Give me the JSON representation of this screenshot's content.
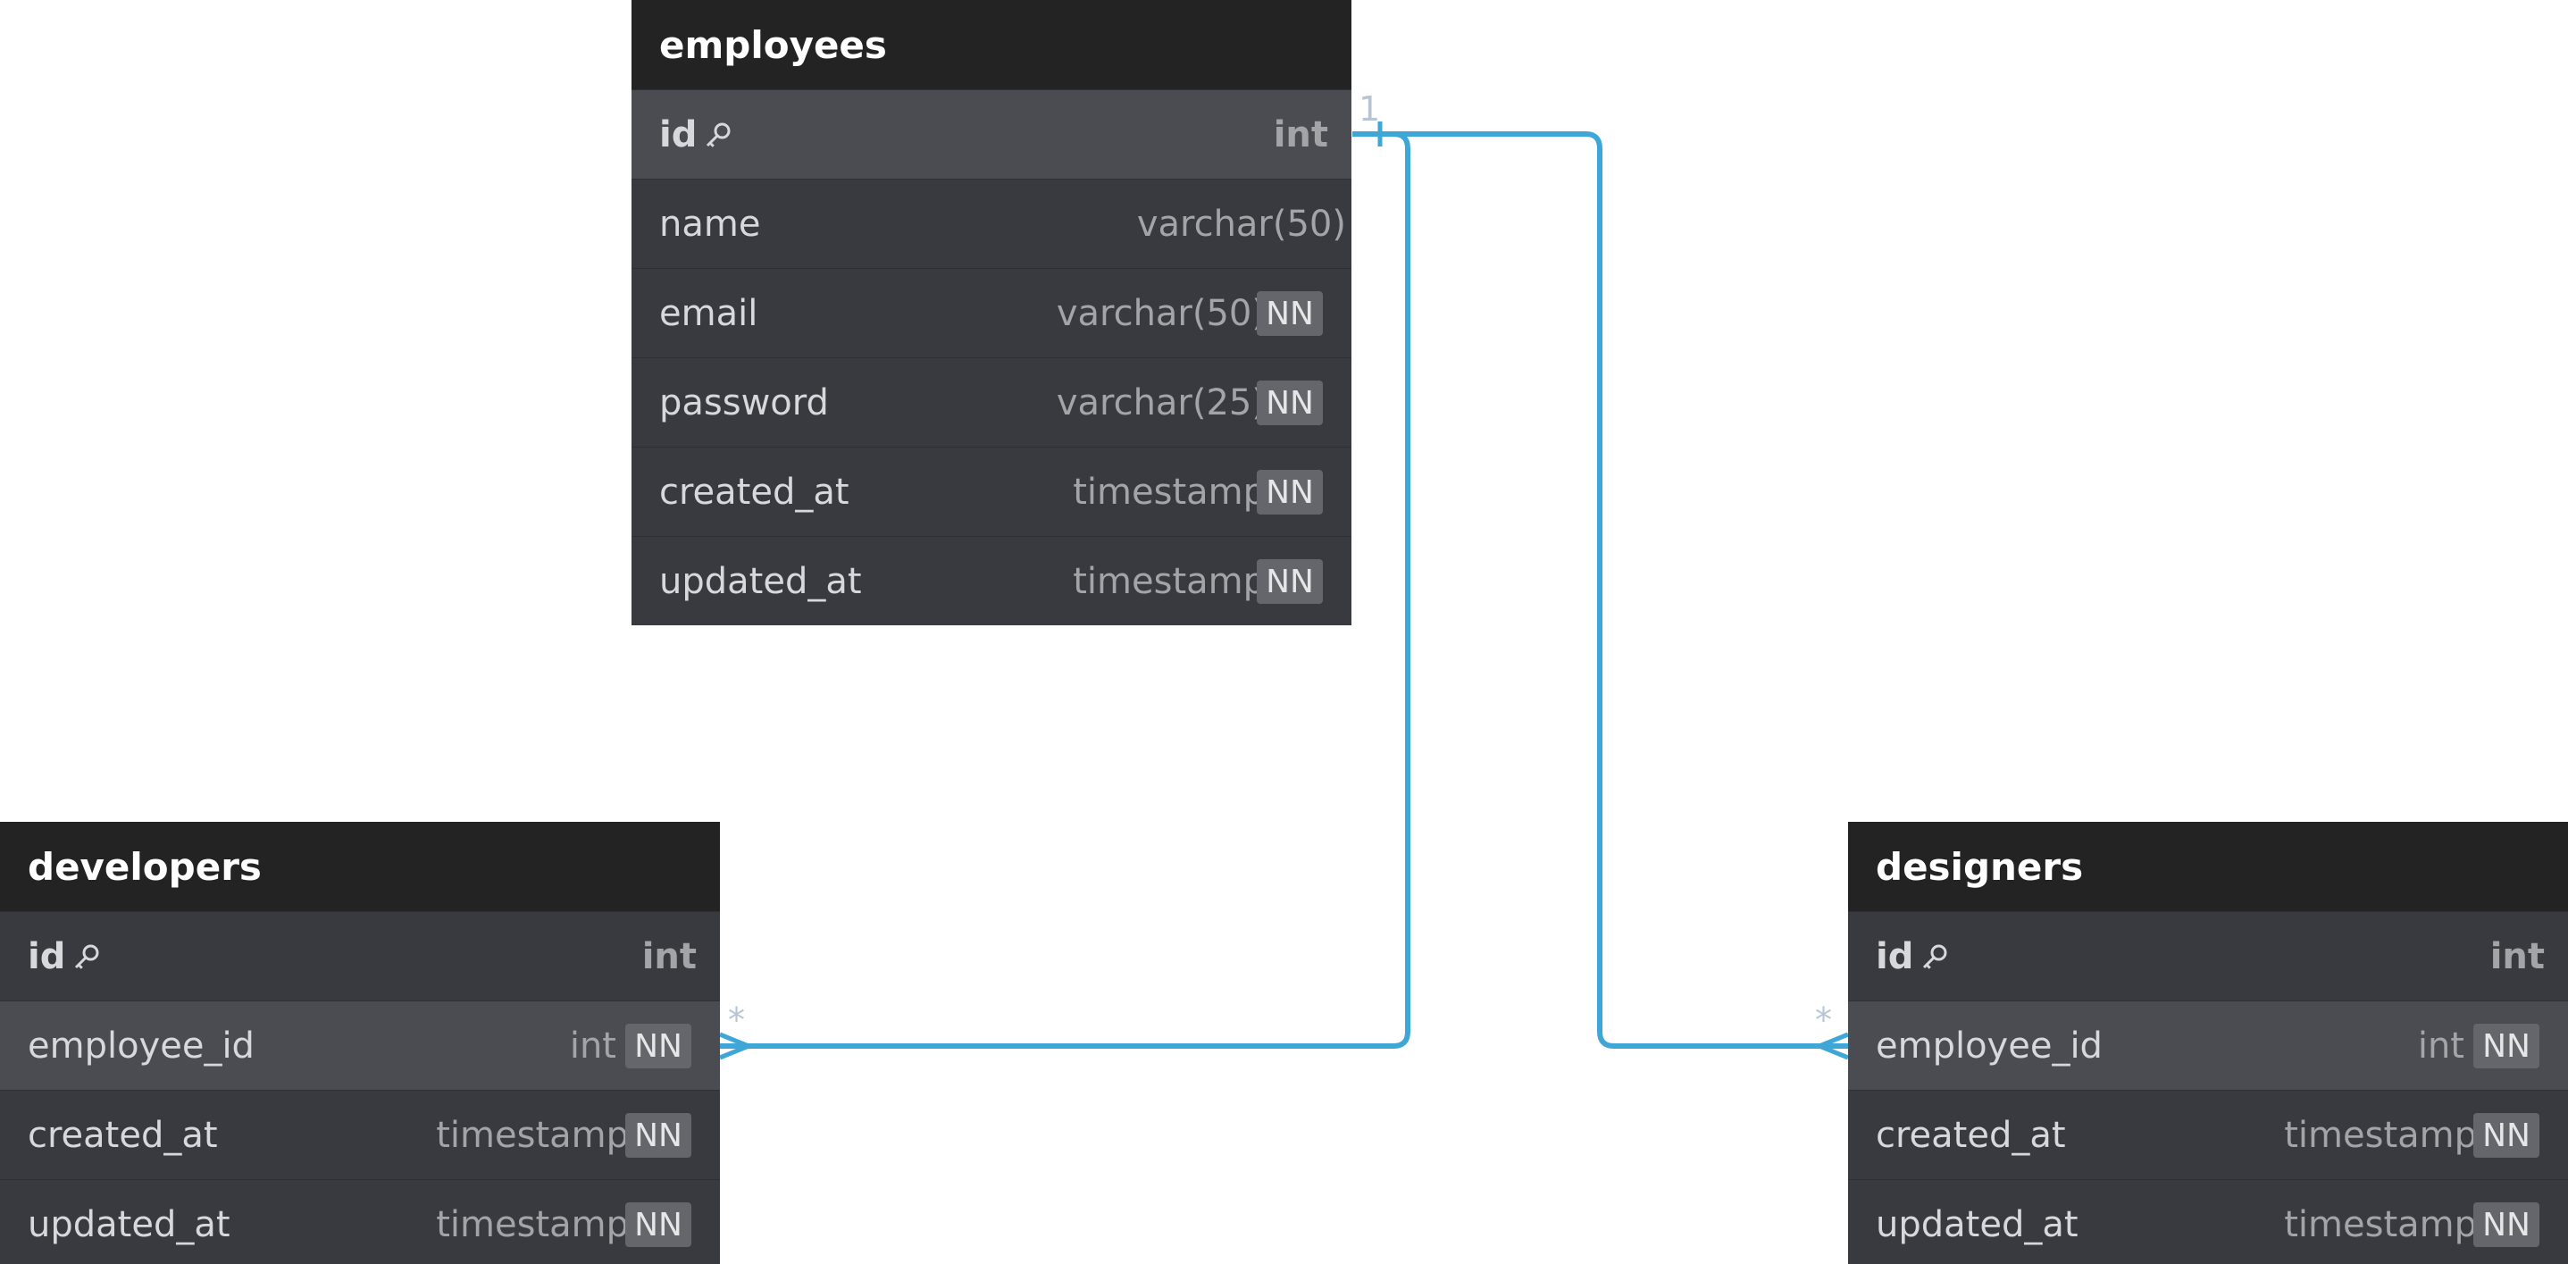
{
  "tables": {
    "employees": {
      "name": "employees",
      "columns": [
        {
          "name": "id",
          "type": "int",
          "pk": true,
          "nn": false,
          "key_icon": "key-icon"
        },
        {
          "name": "name",
          "type": "varchar(50)",
          "nn": false
        },
        {
          "name": "email",
          "type": "varchar(50)",
          "nn": true,
          "nn_label": "NN"
        },
        {
          "name": "password",
          "type": "varchar(25)",
          "nn": true,
          "nn_label": "NN"
        },
        {
          "name": "created_at",
          "type": "timestamp",
          "nn": true,
          "nn_label": "NN"
        },
        {
          "name": "updated_at",
          "type": "timestamp",
          "nn": true,
          "nn_label": "NN"
        }
      ]
    },
    "developers": {
      "name": "developers",
      "columns": [
        {
          "name": "id",
          "type": "int",
          "pk": true,
          "key_icon": "key-icon"
        },
        {
          "name": "employee_id",
          "type": "int",
          "nn": true,
          "nn_label": "NN"
        },
        {
          "name": "created_at",
          "type": "timestamp",
          "nn": true,
          "nn_label": "NN"
        },
        {
          "name": "updated_at",
          "type": "timestamp",
          "nn": true,
          "nn_label": "NN"
        }
      ]
    },
    "designers": {
      "name": "designers",
      "columns": [
        {
          "name": "id",
          "type": "int",
          "pk": true,
          "key_icon": "key-icon"
        },
        {
          "name": "employee_id",
          "type": "int",
          "nn": true,
          "nn_label": "NN"
        },
        {
          "name": "created_at",
          "type": "timestamp",
          "nn": true,
          "nn_label": "NN"
        },
        {
          "name": "updated_at",
          "type": "timestamp",
          "nn": true,
          "nn_label": "NN"
        }
      ]
    }
  },
  "relations": [
    {
      "from": "employees.id",
      "to": "developers.employee_id",
      "from_cardinality": "1",
      "to_cardinality": "*"
    },
    {
      "from": "employees.id",
      "to": "designers.employee_id",
      "from_cardinality": "1",
      "to_cardinality": "*"
    }
  ],
  "colors": {
    "edge": "#3fa7d8",
    "header_bg": "#232323",
    "row_bg": "#393a3f",
    "row_highlight_bg": "#4b4c52",
    "nn_badge_bg": "#65666b"
  }
}
